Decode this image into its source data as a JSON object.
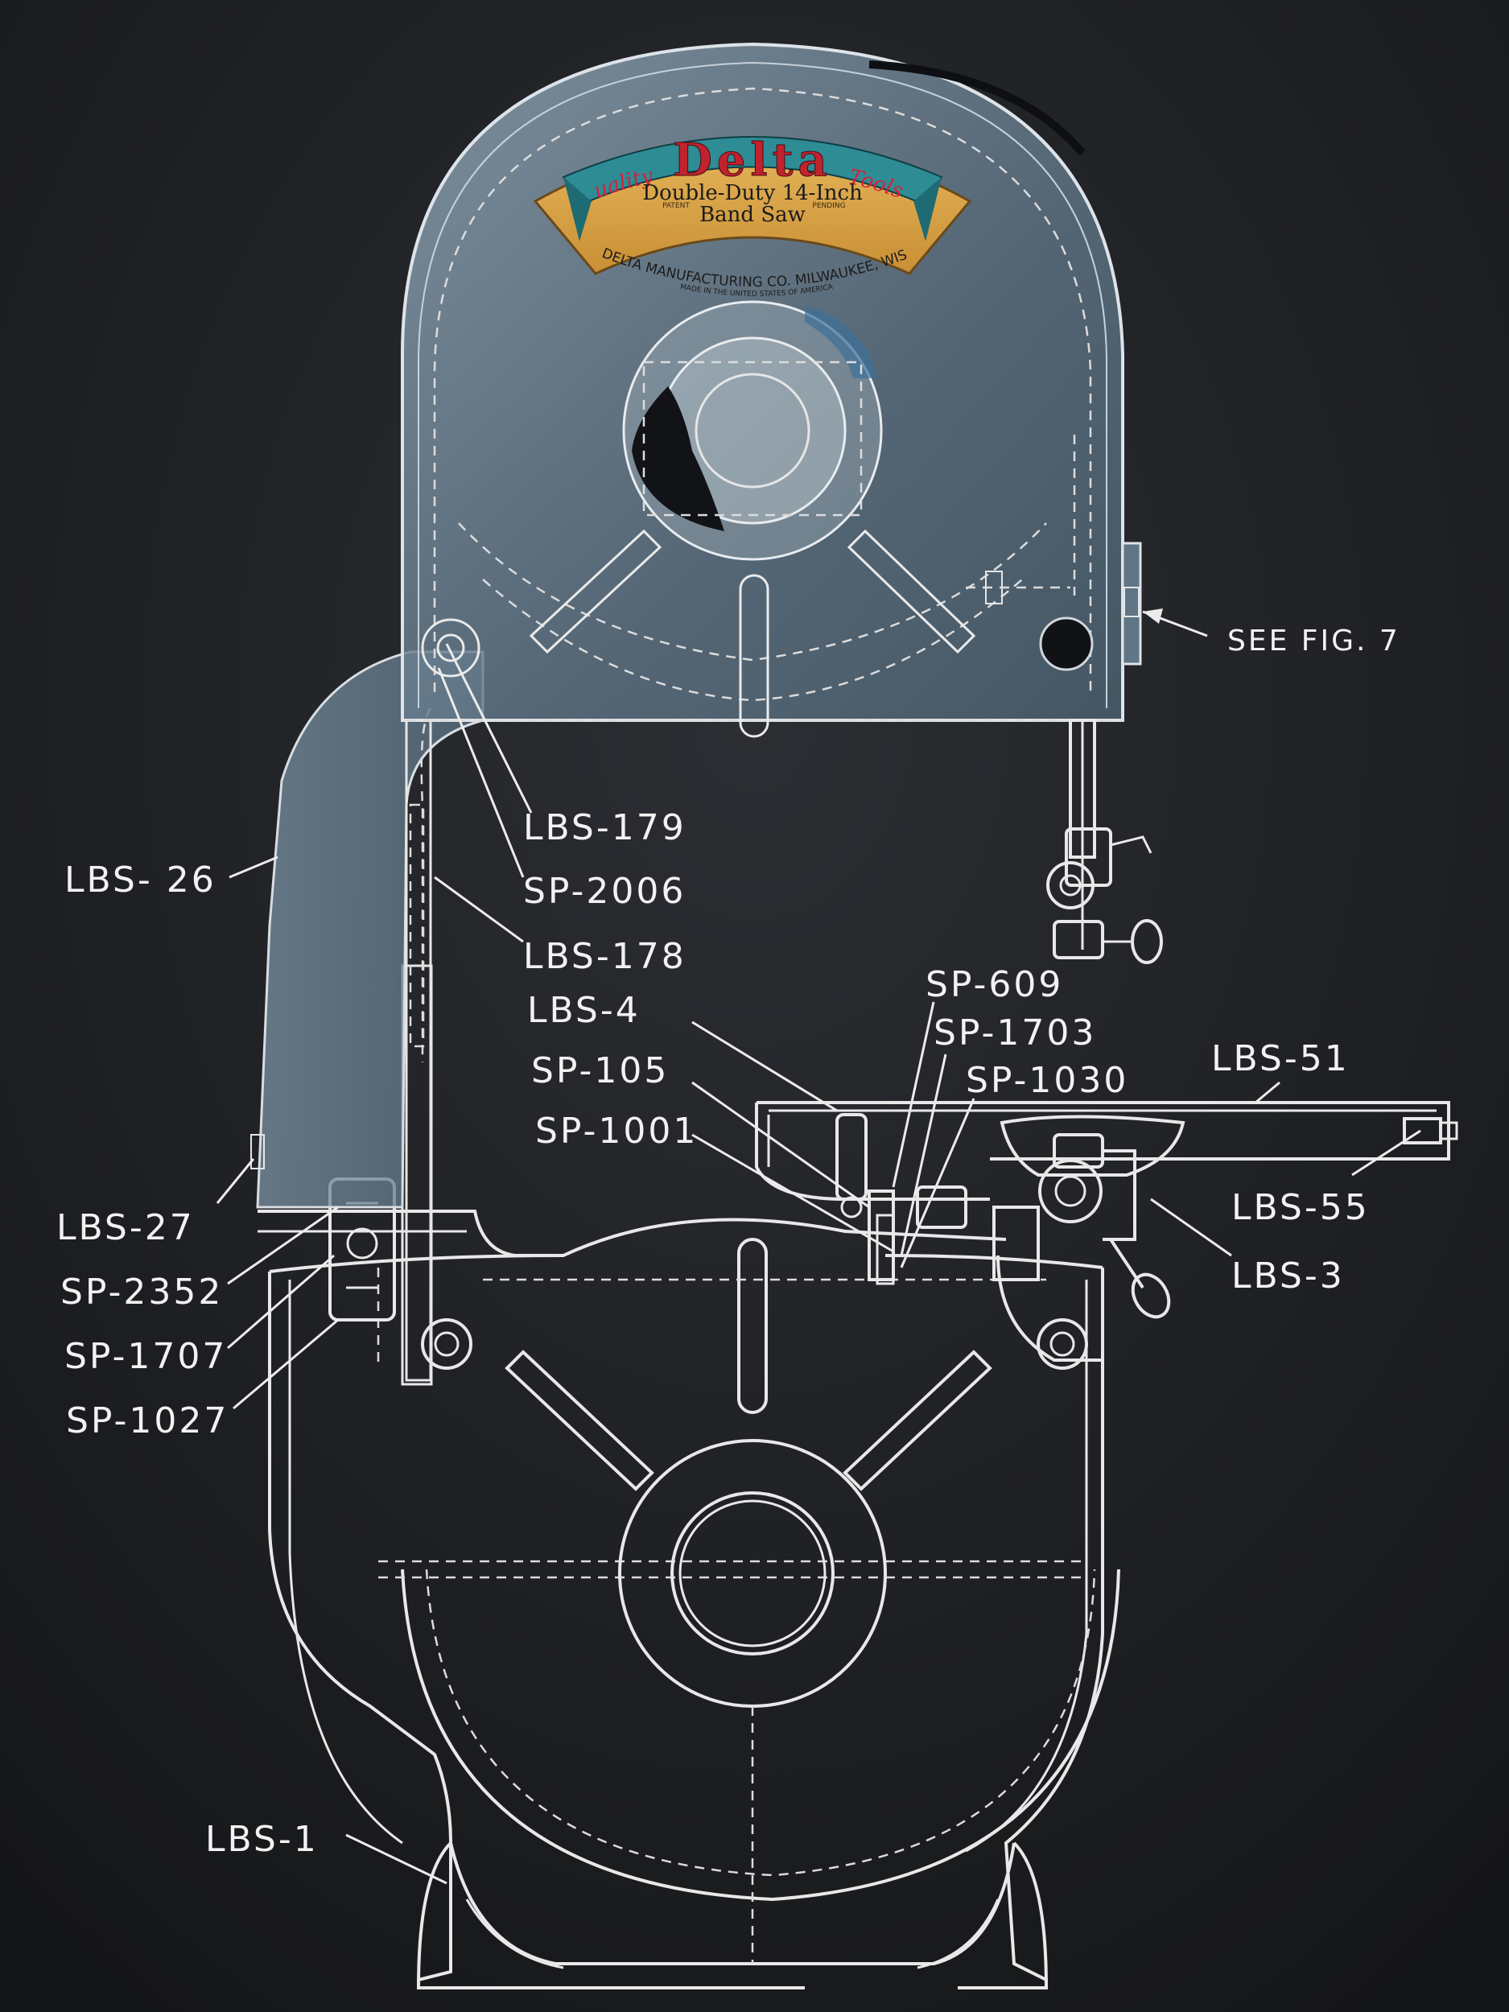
{
  "badge": {
    "brand": "Delta",
    "left_word": "Quality",
    "right_word": "Tools",
    "line1": "Double-Duty 14-Inch",
    "line2": "Band Saw",
    "patent_left": "PATENT",
    "patent_right": "PENDING",
    "maker": "DELTA MANUFACTURING CO. MILWAUKEE, WIS.",
    "made_in": "MADE IN THE UNITED STATES OF AMERICA"
  },
  "colors": {
    "background": "#1c1d20",
    "line": "#e8e8e8",
    "guard_glass": "#6f8597",
    "badge_gold": "#d9a54a",
    "badge_red": "#c0232e",
    "badge_teal": "#2e8c95"
  },
  "labels": {
    "see_fig": "SEE FIG. 7",
    "lbs179": "LBS-179",
    "sp2006": "SP-2006",
    "lbs178": "LBS-178",
    "lbs26": "LBS- 26",
    "lbs4": "LBS-4",
    "sp105": "SP-105",
    "sp1001": "SP-1001",
    "sp609": "SP-609",
    "sp1703": "SP-1703",
    "sp1030": "SP-1030",
    "lbs51": "LBS-51",
    "lbs55": "LBS-55",
    "lbs3": "LBS-3",
    "lbs27": "LBS-27",
    "sp2352": "SP-2352",
    "sp1707": "SP-1707",
    "sp1027": "SP-1027",
    "lbs1": "LBS-1"
  }
}
